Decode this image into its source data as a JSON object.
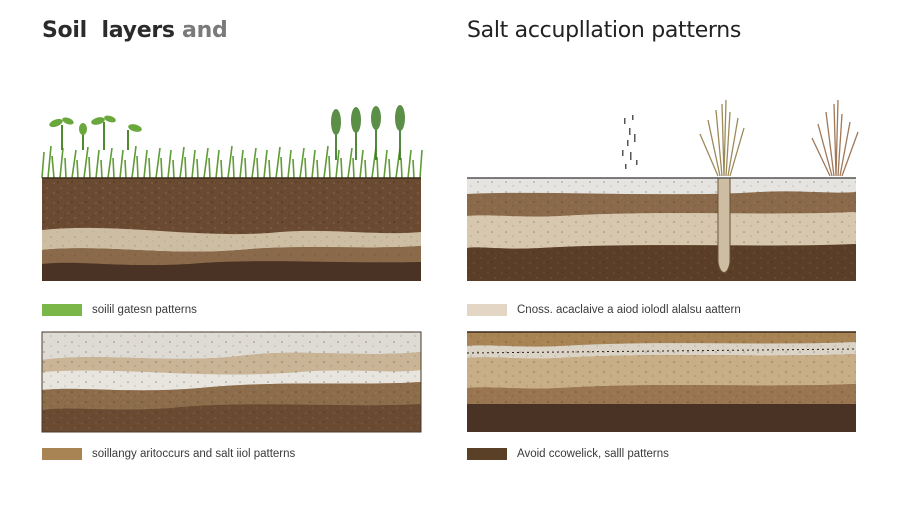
{
  "titles": {
    "left_main": "Soil  layers",
    "left_tail": " and",
    "right": "Salt accupllation patterns"
  },
  "legends": [
    {
      "label": "soilil gatesn patterns",
      "color": "#7ab648"
    },
    {
      "label": "Cnoss. acaclaive a aiod iolodl alalsu aattern",
      "color": "#e3d6c4"
    },
    {
      "label": "soillangy aritoccurs and salt iiol patterns",
      "color": "#a88455"
    },
    {
      "label": "Avoid ccowelick, salll patterns",
      "color": "#5a4026"
    }
  ],
  "colors": {
    "grass": "#5e9c36",
    "topsoil_dark": "#4a3324",
    "topsoil_mid": "#6b4a32",
    "band_light": "#cdbda2",
    "band_pale": "#e4ddd1",
    "salt_crust": "#ececec",
    "dry_grass": "#a08060"
  }
}
